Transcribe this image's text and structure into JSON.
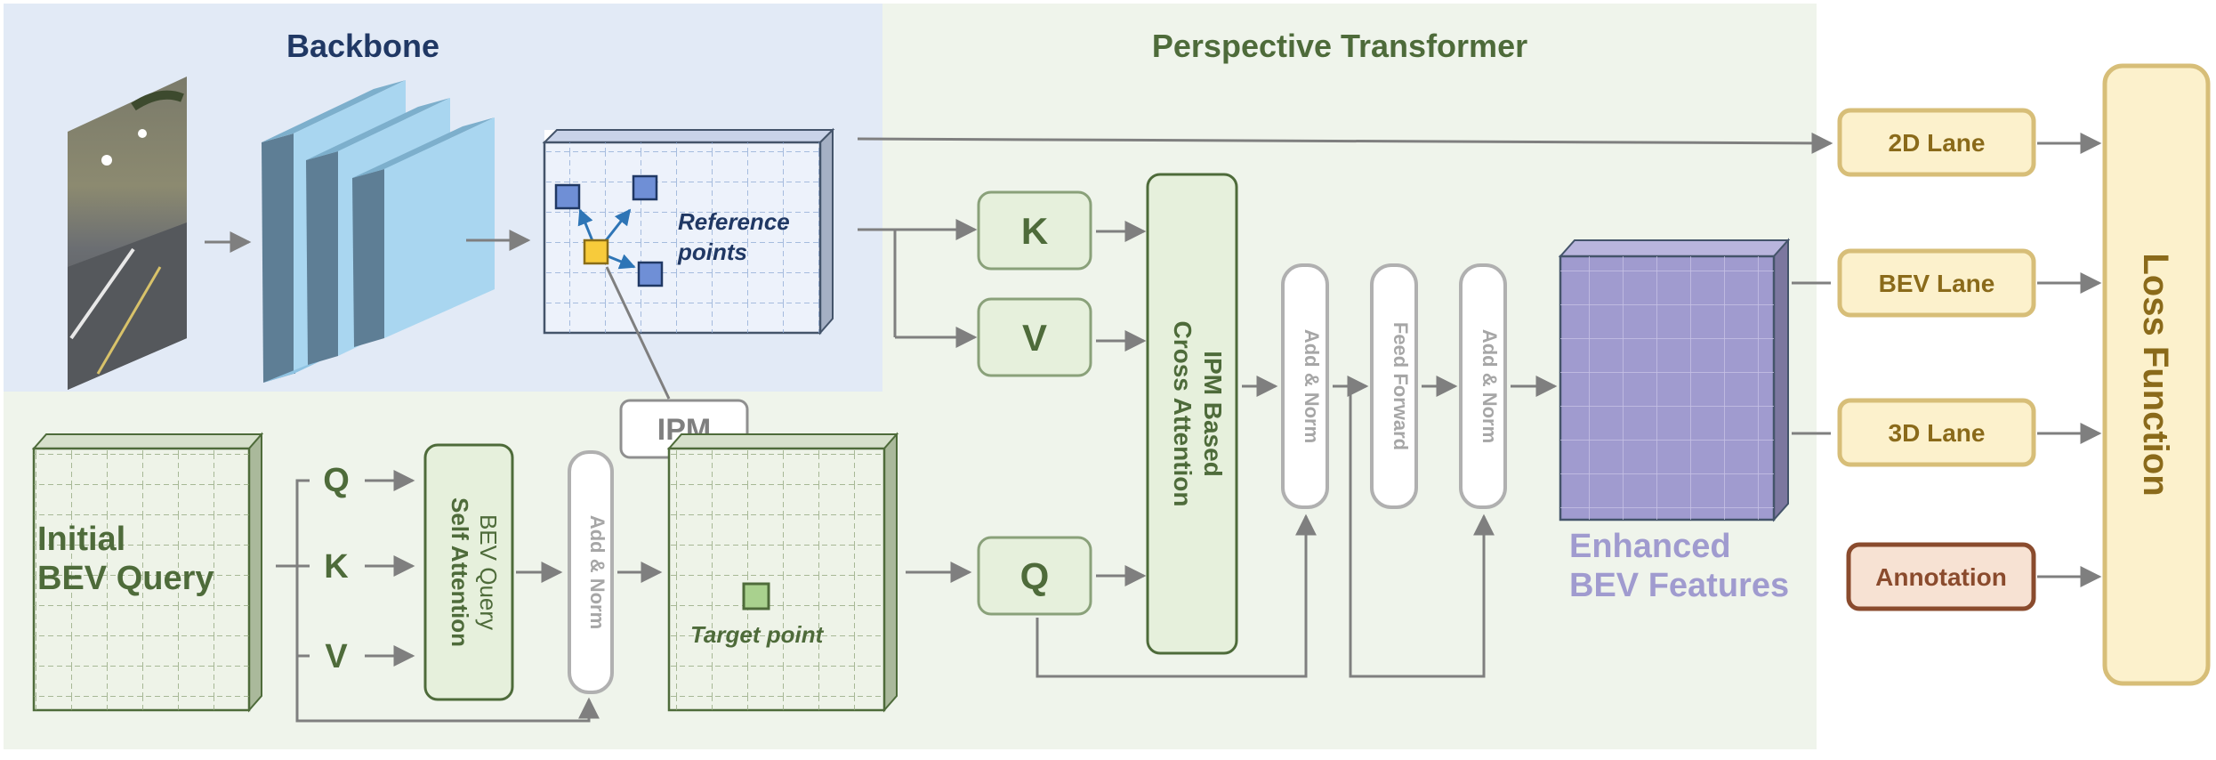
{
  "titles": {
    "backbone": "Backbone",
    "transformer": "Perspective Transformer"
  },
  "feature_map": {
    "reference_points_line1": "Reference",
    "reference_points_line2": "points"
  },
  "ipm_box": "IPM",
  "bev_query": {
    "label_line1": "Initial",
    "label_line2": "BEV Query",
    "q": "Q",
    "k": "K",
    "v": "V"
  },
  "self_attention": {
    "line1": "BEV Query",
    "line2": "Self Attention"
  },
  "add_norm_label": "Add & Norm",
  "target_point": "Target point",
  "transformer_blocks": {
    "k": "K",
    "v": "V",
    "q": "Q",
    "cross_attn_line1": "IPM Based",
    "cross_attn_line2": "Cross Attention",
    "add_norm_1": "Add & Norm",
    "feed_forward": "Feed Forward",
    "add_norm_2": "Add & Norm"
  },
  "enhanced": {
    "line1": "Enhanced",
    "line2": "BEV Features"
  },
  "outputs": {
    "lane2d": "2D Lane",
    "bev_lane": "BEV Lane",
    "lane3d": "3D Lane",
    "annotation": "Annotation",
    "loss": "Loss Function"
  },
  "colors": {
    "backbone_bg": "#e2eaf6",
    "transformer_bg": "#eff4eb",
    "green_dark": "#4e6b3a",
    "green_fill": "#e6f0dc",
    "blue_title": "#203864",
    "purple": "#a09bcf",
    "gold_fill": "#fcf1cc",
    "gold_stroke": "#d7be78",
    "annotation_fill": "#f7e2d3",
    "annotation_stroke": "#8a4b2d",
    "gray": "#8f8f8f"
  }
}
